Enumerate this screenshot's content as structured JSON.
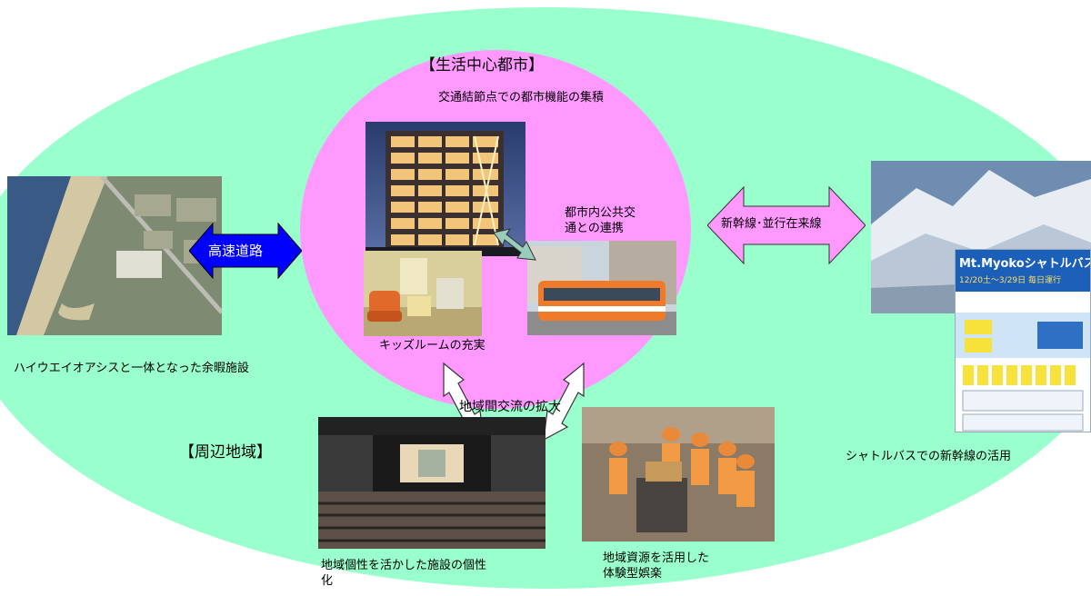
{
  "diagram": {
    "central_title": "【生活中心都市】",
    "central_subtitle": "交通結節点での都市機能の集積",
    "surrounding_title": "【周辺地域】",
    "public_transit_label": "都市内公共交通との連携",
    "public_transit_line1": "都市内公共交",
    "public_transit_line2": "通との連携",
    "kids_room": "キッズルームの充実",
    "expressway": "高速道路",
    "shinkansen": "新幹線･並行在来線",
    "highway_oasis": "ハイウエイオアシスと一体となった余暇施設",
    "regional_exchange": "地域間交流の拡大",
    "individuality_line1": "地域個性を活かした施設の個性",
    "individuality_line2": "化",
    "experience_line1": "地域資源を活用した",
    "experience_line2": "体験型娯楽",
    "shuttle_caption": "シャトルバスでの新幹線の活用",
    "poster_title": "Mt.Myokoシャトルバス",
    "poster_dates": "12/20土～3/29日 毎日運行"
  },
  "colors": {
    "outer_region": "#99ffcc",
    "inner_region": "#ff99ff",
    "expressway_arrow": "#0000ff",
    "shinkansen_arrow": "#ff99ff",
    "transit_arrow": "#99ccbb"
  }
}
